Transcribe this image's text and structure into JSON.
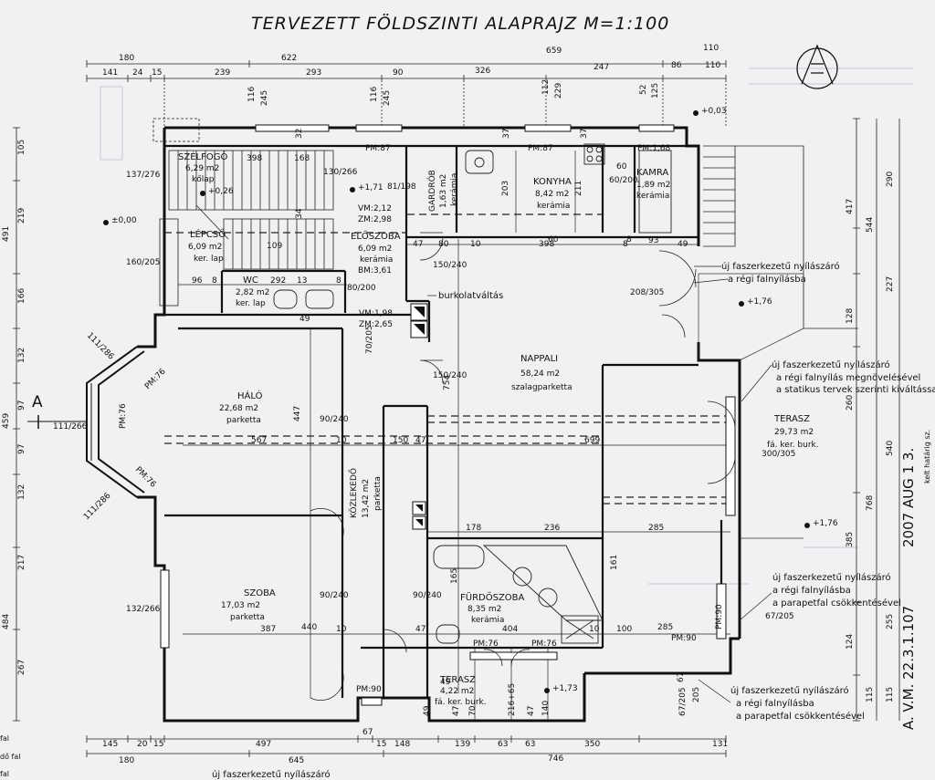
{
  "title": "TERVEZETT FÖLDSZINTI ALAPRAJZ   M=1:100",
  "colors": {
    "paper": "#f1f1f3",
    "line": "#111111",
    "stamp": "#222222"
  },
  "section_marker": "A",
  "rooms": {
    "szelfogo": {
      "name": "SZÉLFOGÓ",
      "area": "6,29 m2",
      "floor": "kőlap"
    },
    "lepcso": {
      "name": "LÉPCSŐ",
      "area": "6,09 m2",
      "floor": "ker. lap"
    },
    "wc": {
      "name": "WC",
      "area": "2,82 m2",
      "floor": "ker. lap"
    },
    "gardrob": {
      "name": "GARDRÓB",
      "area": "1,63 m2",
      "floor": "kerámia"
    },
    "konyha": {
      "name": "KONYHA",
      "area": "8,42 m2",
      "floor": "kerámia"
    },
    "kamra": {
      "name": "KAMRA",
      "area": "1,89 m2",
      "floor": "kerámia"
    },
    "eloszoba": {
      "name": "ELŐSZOBA",
      "area": "6,09 m2",
      "floor": "kerámia",
      "extra": "BM:3,61"
    },
    "nappali": {
      "name": "NAPPALI",
      "area": "58,24 m2",
      "floor": "szalagparketta"
    },
    "halo": {
      "name": "HÁLÓ",
      "area": "22,68 m2",
      "floor": "parketta"
    },
    "kozlekedo": {
      "name": "KÖZLEKEDŐ",
      "area": "13,42 m2",
      "floor": "parketta"
    },
    "terasz_big": {
      "name": "TERASZ",
      "area": "29,73 m2",
      "floor": "fá. ker. burk."
    },
    "szoba": {
      "name": "SZOBA",
      "area": "17,03 m2",
      "floor": "parketta"
    },
    "furdoszoba": {
      "name": "FÜRDŐSZOBA",
      "area": "8,35 m2",
      "floor": "kerámia"
    },
    "terasz_small": {
      "name": "TERASZ",
      "area": "4,22 m2",
      "floor": "fá. ker. burk."
    }
  },
  "notes": {
    "window_new": "új faszerkezetű nyílászáró",
    "old_opening": "a régi falnyílásba",
    "old_opening_enlarged": "a régi falnyílás megnövelésével",
    "static_plans": "a statikus tervek szerinti kiváltással",
    "parapet": "a parapetfal csökkentésével",
    "cladding_change": "burkolatváltás"
  },
  "levels": [
    "+0,03",
    "+0,26",
    "±0,00",
    "+1,71",
    "+1,76",
    "+1,76",
    "+1,73"
  ],
  "pm_labels": [
    "PM:87",
    "PM:87",
    "PM:1,68",
    "PM:76",
    "PM:76",
    "PM:76",
    "PM:76",
    "PM:76",
    "PM:90",
    "PM:90",
    "PM:90"
  ],
  "vm_labels": [
    "VM:2,12",
    "ZM:2,98",
    "VM:1,98",
    "ZM:2,65"
  ],
  "dims_top_row1": [
    "180",
    "622",
    "659",
    "110"
  ],
  "dims_top_row2": [
    "141",
    "24",
    "15",
    "239",
    "293",
    "90",
    "326",
    "247",
    "86",
    "110"
  ],
  "dims_bottom_row1": [
    "145",
    "20",
    "15",
    "497",
    "67",
    "15",
    "148",
    "139",
    "63",
    "63",
    "350",
    "131"
  ],
  "dims_bottom_row2": [
    "180",
    "645",
    "746"
  ],
  "dims_left": [
    "105",
    "219",
    "166",
    "132",
    "97",
    "97",
    "132",
    "217",
    "267"
  ],
  "dims_left_totals": [
    "491",
    "459",
    "484"
  ],
  "dims_right": [
    "290",
    "544",
    "417",
    "227",
    "128",
    "260",
    "540",
    "768",
    "385",
    "255",
    "124",
    "115",
    "115"
  ],
  "openings": [
    "137/276",
    "160/205",
    "111/286",
    "111/266",
    "111/286",
    "132/266",
    "130/266",
    "81/198",
    "80/200",
    "150/240",
    "150/240",
    "90/240",
    "90/240",
    "90/240",
    "70/205",
    "60/200",
    "208/305",
    "300/305",
    "67/205",
    "67/205"
  ],
  "interior_dims": [
    "398",
    "168",
    "109",
    "96",
    "8",
    "292",
    "13",
    "8",
    "49",
    "47",
    "80",
    "10",
    "398",
    "8",
    "93",
    "49",
    "203",
    "211",
    "60",
    "567",
    "10",
    "150",
    "47",
    "699",
    "447",
    "754",
    "178",
    "236",
    "285",
    "387",
    "10",
    "47",
    "404",
    "10",
    "285",
    "161",
    "165",
    "100",
    "440",
    "49",
    "47",
    "70",
    "216+65",
    "47",
    "140",
    "49",
    "67",
    "205",
    "112",
    "229",
    "52",
    "125",
    "116",
    "245",
    "116",
    "245",
    "32",
    "34",
    "37",
    "37",
    "60",
    "8"
  ],
  "stamp": {
    "text": "2007 AUG 1 3.",
    "sig": "A. V.M. 22.3.1.107",
    "small": "kelt határig sz."
  },
  "bottom_label": "új faszerkezetű nyílászáró",
  "side_fal": [
    "fal",
    "dő fal",
    "fal"
  ]
}
